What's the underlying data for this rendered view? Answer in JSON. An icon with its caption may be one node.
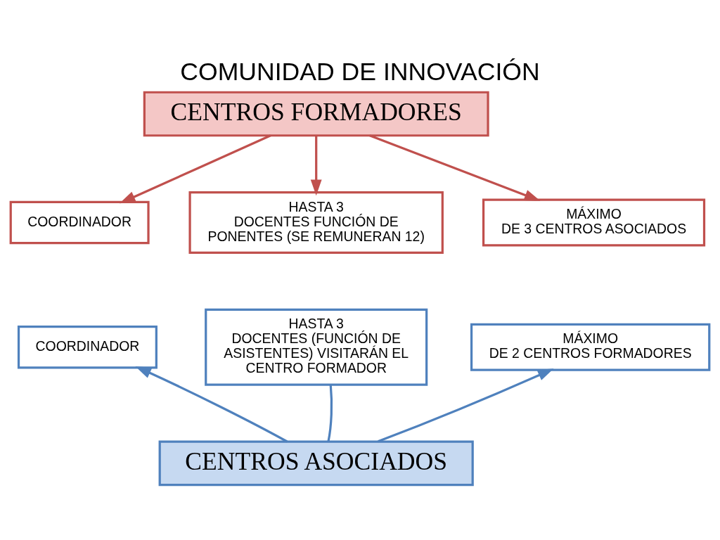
{
  "diagram": {
    "title": "COMUNIDAD DE INNOVACIÓN",
    "nodes": [
      {
        "text": [
          "CENTROS FORMADORES"
        ]
      },
      {
        "text": [
          "COORDINADOR"
        ]
      },
      {
        "text": [
          "HASTA 3 DOCENTES FUNCIÓN DE PONENTES (SE REMUNERAN 12)"
        ]
      },
      {
        "text": [
          "MÁXIMO DE 3 CENTROS ASOCIADOS"
        ]
      },
      {
        "text": [
          "HASTA 3 DOCENTES (FUNCIÓN DE ASISTENTES) VISITARÁN EL CENTRO FORMADOR"
        ]
      },
      {
        "text": [
          "COORDINADOR"
        ]
      },
      {
        "text": [
          "MÁXIMO DE 2 CENTROS FORMADORES"
        ]
      },
      {
        "text": [
          "CENTROS ASOCIADOS"
        ]
      }
    ],
    "edges": [
      {
        "from": 0,
        "to": 1,
        "arrow": "to"
      },
      {
        "from": 0,
        "to": 2,
        "arrow": "to"
      },
      {
        "from": 0,
        "to": 3,
        "arrow": "to"
      },
      {
        "from": 7,
        "to": 5,
        "arrow": "to",
        "color": "#4f81bd"
      },
      {
        "from": 7,
        "to": 4,
        "arrow": "none",
        "color": "#4f81bd"
      },
      {
        "from": 7,
        "to": 6,
        "arrow": "to",
        "color": "#4f81bd"
      }
    ]
  }
}
